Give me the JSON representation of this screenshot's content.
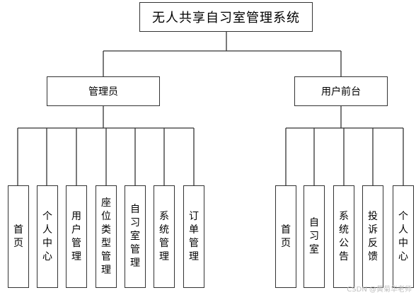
{
  "root": {
    "label": "无人共享自习室管理系统"
  },
  "branches": [
    {
      "label": "管理员",
      "children": [
        "首页",
        "个人中心",
        "用户管理",
        "座位类型管理",
        "自习室管理",
        "系统管理",
        "订单管理"
      ]
    },
    {
      "label": "用户前台",
      "children": [
        "首页",
        "自习室",
        "系统公告",
        "投诉反馈",
        "个人中心"
      ]
    }
  ],
  "watermark": "CSDN @黄菊华老师"
}
